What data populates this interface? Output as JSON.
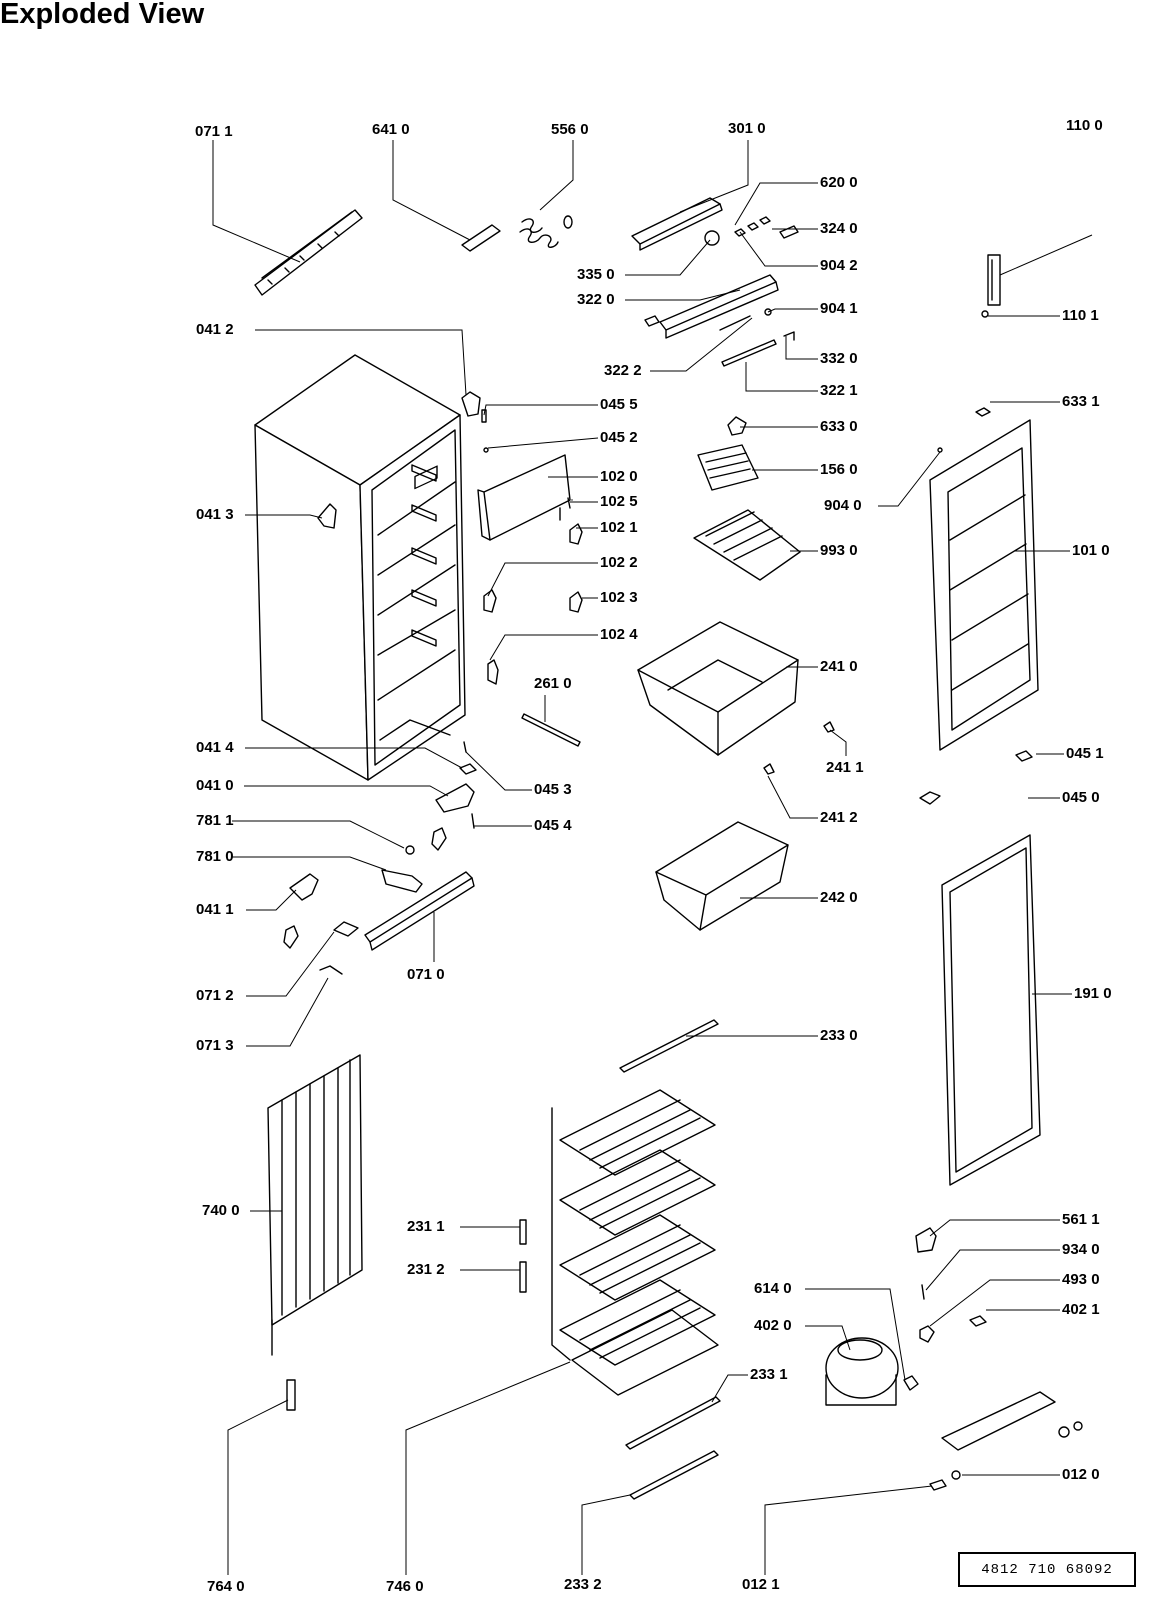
{
  "title": "Exploded View",
  "reference": "4812 710 68092",
  "labels": [
    "0711",
    "6410",
    "5560",
    "3010",
    "6200",
    "3240",
    "3350",
    "9042",
    "3220",
    "9041",
    "3222",
    "3320",
    "3221",
    "1100",
    "1101",
    "0412",
    "0455",
    "0452",
    "1020",
    "1025",
    "1021",
    "1022",
    "1023",
    "1024",
    "0413",
    "6330",
    "1560",
    "9930",
    "9040",
    "1010",
    "6331",
    "2610",
    "2410",
    "2411",
    "2412",
    "0414",
    "0453",
    "0410",
    "7811",
    "0454",
    "7810",
    "2420",
    "0411",
    "0710",
    "0712",
    "0713",
    "0451",
    "0450",
    "1910",
    "2330",
    "7400",
    "2311",
    "2312",
    "5611",
    "9340",
    "4930",
    "4021",
    "6140",
    "4020",
    "2331",
    "7640",
    "7460",
    "2332",
    "0121",
    "0120"
  ]
}
